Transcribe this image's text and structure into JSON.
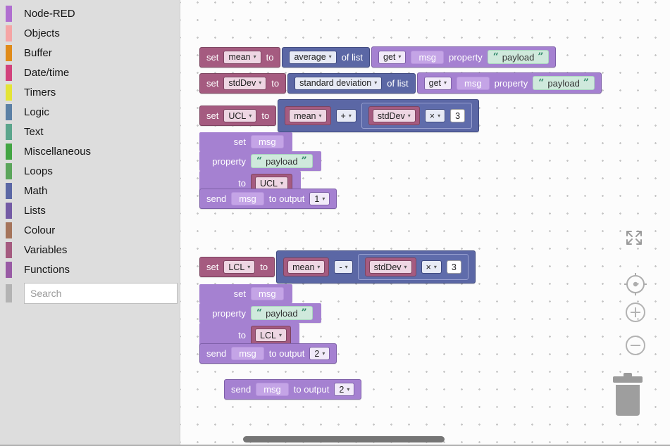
{
  "sidebar": {
    "categories": [
      {
        "label": "Node-RED",
        "color": "#b06fd0"
      },
      {
        "label": "Objects",
        "color": "#f5a5a5"
      },
      {
        "label": "Buffer",
        "color": "#e08b1a"
      },
      {
        "label": "Date/time",
        "color": "#d2427c"
      },
      {
        "label": "Timers",
        "color": "#e4e436"
      },
      {
        "label": "Logic",
        "color": "#5b80a5"
      },
      {
        "label": "Text",
        "color": "#5ba58c"
      },
      {
        "label": "Miscellaneous",
        "color": "#43a543"
      },
      {
        "label": "Loops",
        "color": "#5ba55b"
      },
      {
        "label": "Math",
        "color": "#5b67a5"
      },
      {
        "label": "Lists",
        "color": "#745ba5"
      },
      {
        "label": "Colour",
        "color": "#a5745b"
      },
      {
        "label": "Variables",
        "color": "#a55b80"
      },
      {
        "label": "Functions",
        "color": "#995ba5"
      }
    ],
    "search": {
      "placeholder": "Search"
    }
  },
  "blocks": {
    "kw": {
      "set": "set",
      "to": "to",
      "of_list": "of list",
      "get": "get",
      "property": "property",
      "send": "send",
      "to_output": "to output",
      "msg": "msg",
      "payload": "payload"
    },
    "vars": {
      "mean": "mean",
      "stddev": "stdDev",
      "ucl": "UCL",
      "lcl": "LCL"
    },
    "list_ops": {
      "average": "average",
      "stddev": "standard deviation"
    },
    "ops": {
      "plus": "+",
      "minus": "-",
      "multiply": "×"
    },
    "nums": {
      "multiplier": "3",
      "output1": "1",
      "output2": "2"
    },
    "quotes": {
      "open": "“",
      "close": "”"
    }
  },
  "icons": {
    "caret": "▾"
  },
  "colors": {
    "variables_block": "#a55b80",
    "math_block": "#5b67a5",
    "nodered_block": "#a581d1",
    "text_block": "#cfe9dc",
    "sidebar_bg": "#dddddd",
    "canvas_dot": "#c6c6c6"
  }
}
